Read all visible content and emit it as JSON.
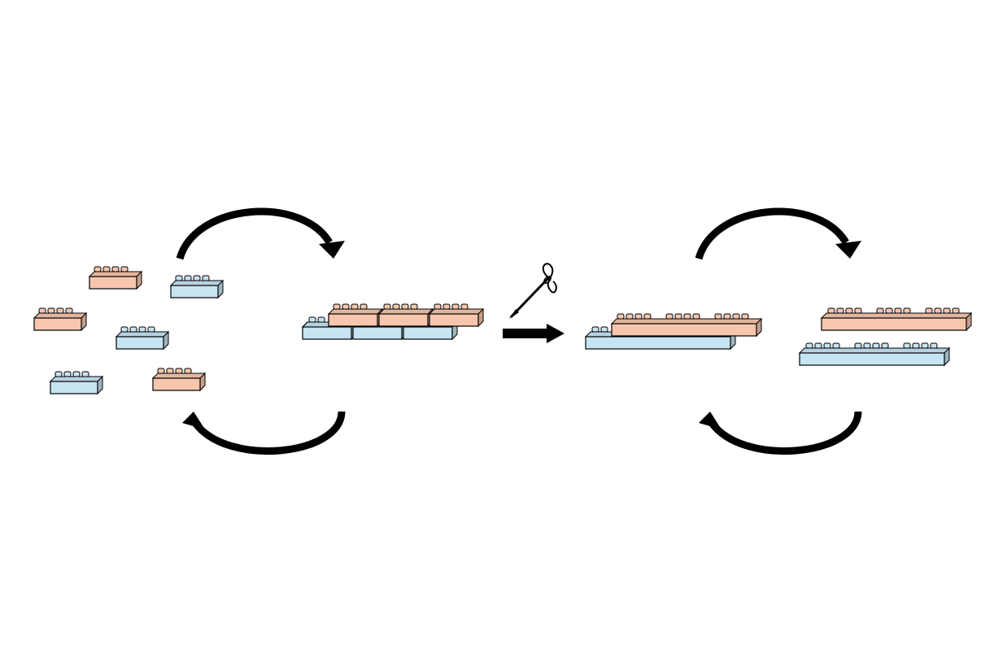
{
  "diagram": {
    "colors": {
      "background": "#ffffff",
      "salmon_brick": "#f7c6ad",
      "blue_brick": "#c6e4f2",
      "outline": "#000000",
      "arrow": "#000000"
    },
    "left_cycle": {
      "loose_bricks": [
        {
          "color": "salmon",
          "studs": 4
        },
        {
          "color": "blue",
          "studs": 4
        },
        {
          "color": "salmon",
          "studs": 4
        },
        {
          "color": "blue",
          "studs": 4
        },
        {
          "color": "blue",
          "studs": 4
        },
        {
          "color": "salmon",
          "studs": 4
        }
      ],
      "assembled_row": {
        "top_color": "salmon",
        "bottom_color": "blue",
        "segments": 3,
        "studs_per_segment": 4,
        "exposed_studs": 2
      },
      "cycle_arrows": [
        "top-forward",
        "bottom-return"
      ]
    },
    "transition": {
      "icon": "needle-and-thread-icon",
      "arrow": "right-arrow"
    },
    "right_cycle": {
      "stitched_pair": {
        "top_color": "salmon",
        "bottom_color": "blue",
        "segments": 3,
        "studs_per_segment": 4,
        "exposed_studs": 2
      },
      "separated_strands": [
        {
          "color": "salmon",
          "segments": 3,
          "studs_per_segment": 4
        },
        {
          "color": "blue",
          "segments": 3,
          "studs_per_segment": 4
        }
      ],
      "cycle_arrows": [
        "top-forward",
        "bottom-return"
      ]
    }
  }
}
